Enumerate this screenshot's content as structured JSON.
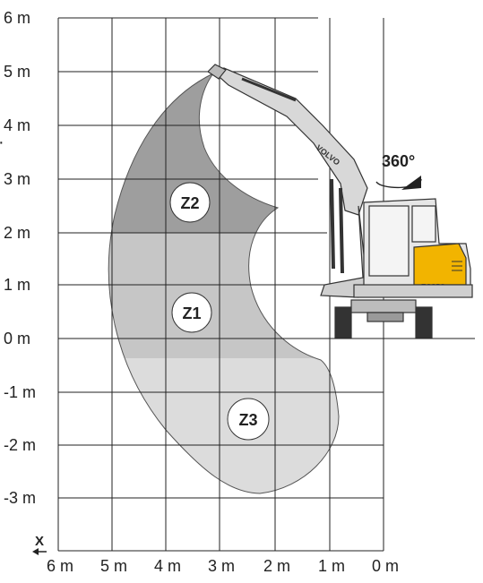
{
  "axes": {
    "y_ticks": [
      "6 m",
      "5 m",
      "4 m",
      "3 m",
      "2 m",
      "1 m",
      "0 m",
      "-1 m",
      "-2 m",
      "-3 m"
    ],
    "x_ticks": [
      "6 m",
      "5 m",
      "4 m",
      "3 m",
      "2 m",
      "1 m",
      "0 m"
    ],
    "x_axis_symbol": "X",
    "y_axis_mark": "·"
  },
  "zones": [
    {
      "label": "Z2"
    },
    {
      "label": "Z1"
    },
    {
      "label": "Z3"
    }
  ],
  "rotation_label": "360°",
  "machine": {
    "brand_text": "VOLVO",
    "model_text": "ECS5C",
    "accent_color": "#f2b400"
  },
  "colors": {
    "zone_upper": "#9e9e9e",
    "zone_middle": "#c6c6c6",
    "zone_lower": "#dcdcdc",
    "grid": "#222222"
  }
}
